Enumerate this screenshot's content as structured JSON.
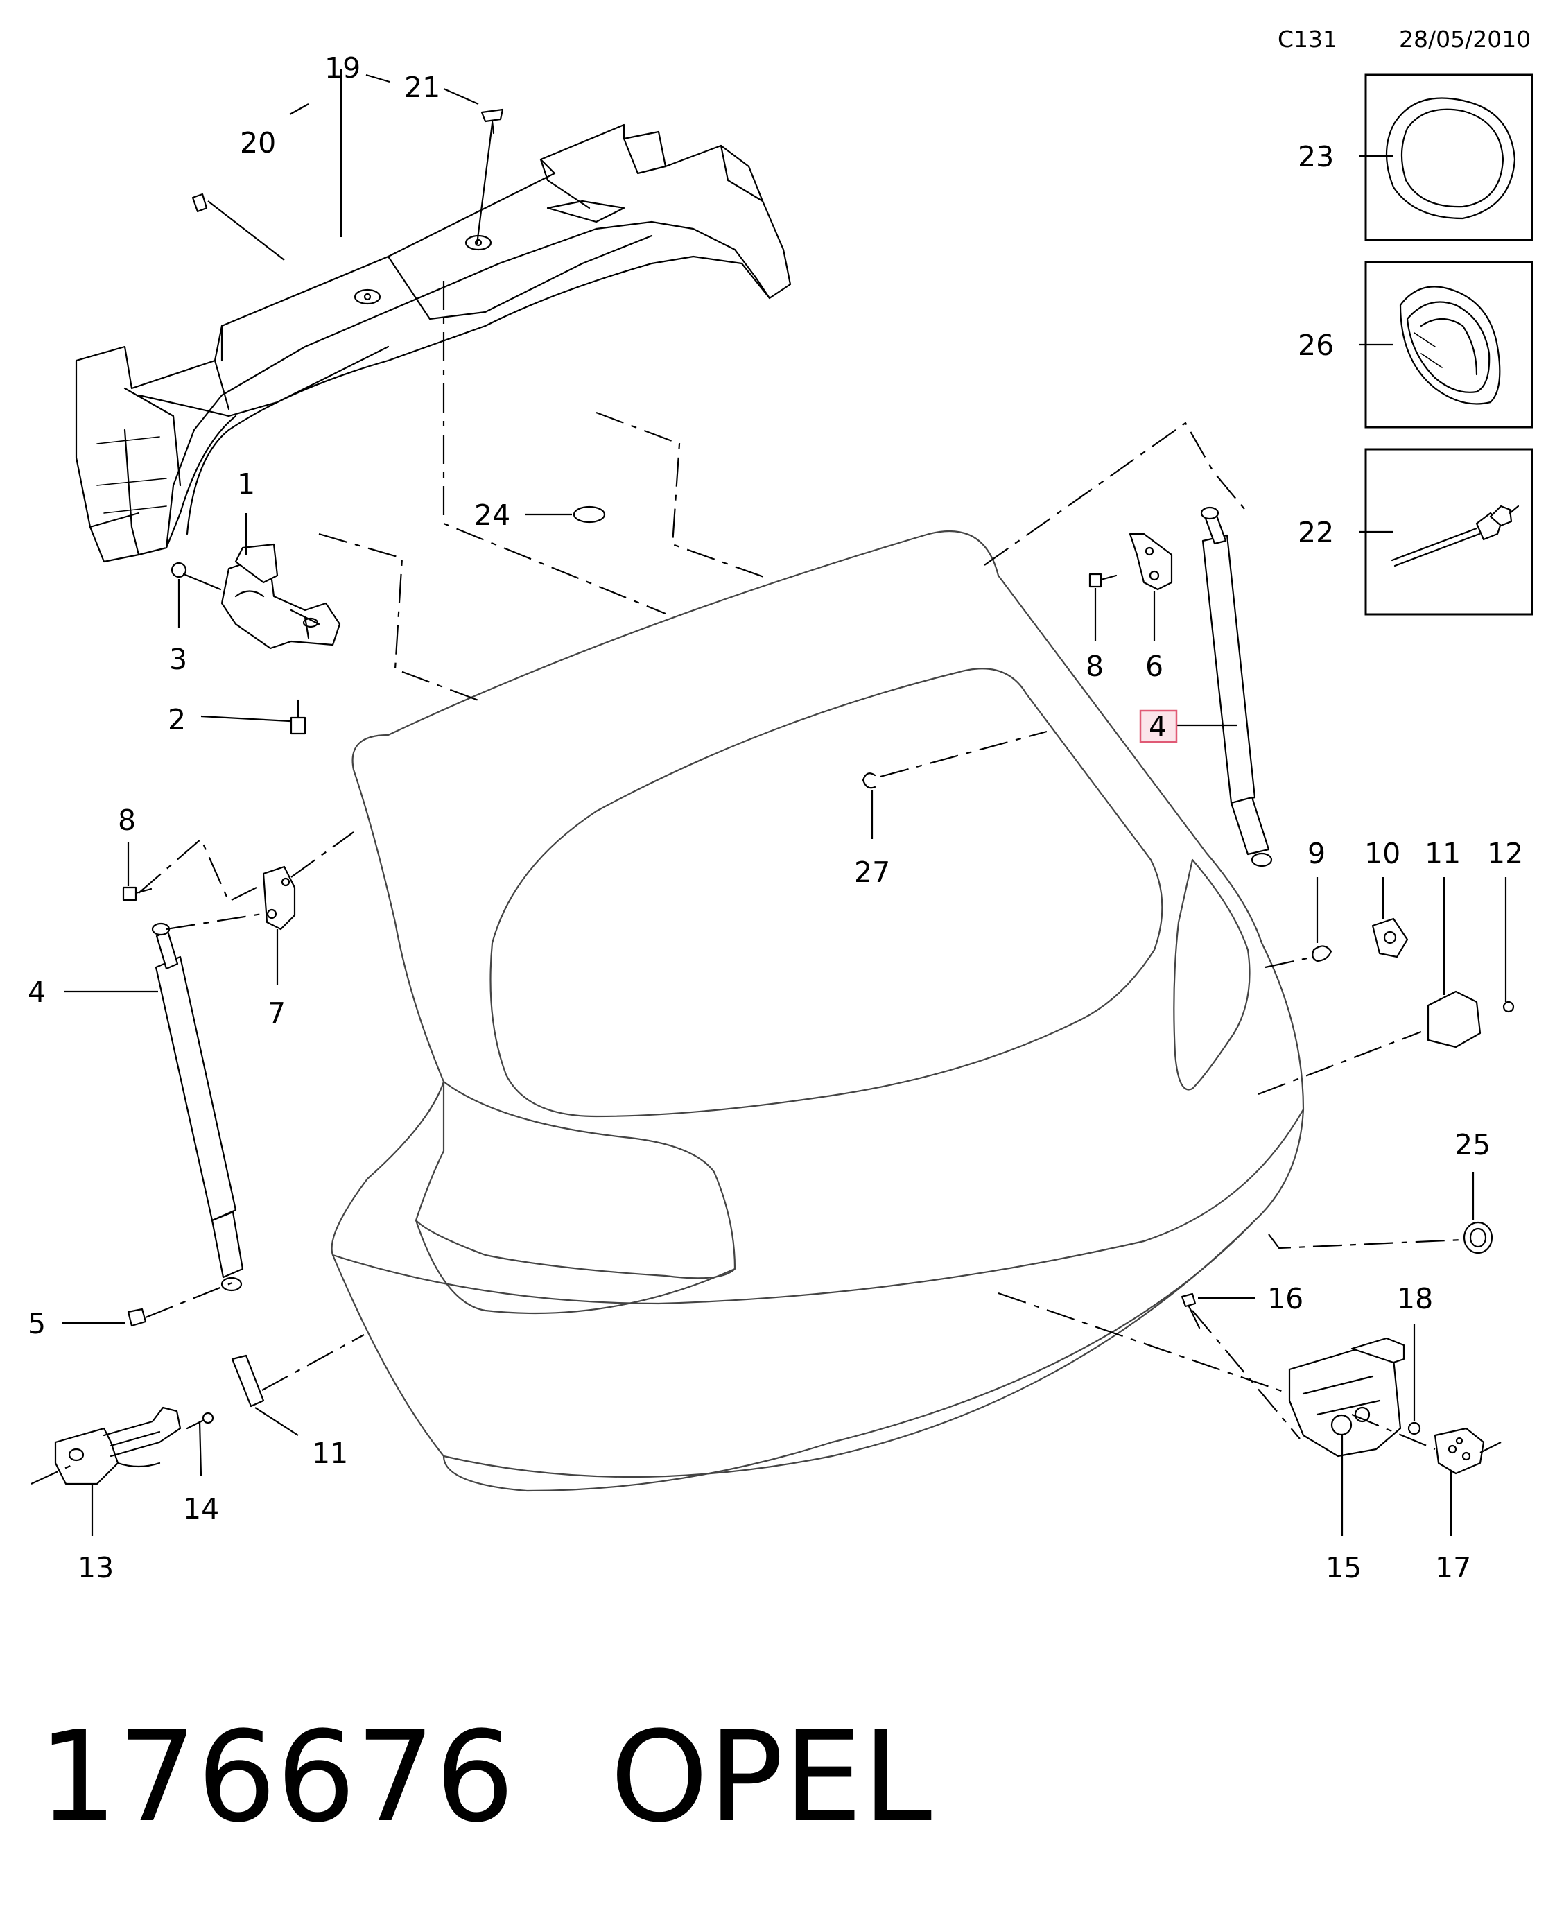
{
  "header": {
    "code": "C131",
    "date": "28/05/2010"
  },
  "footer": {
    "part_number": "176676",
    "brand": "OPEL"
  },
  "callouts": {
    "c1": "1",
    "c2": "2",
    "c3": "3",
    "c4_left": "4",
    "c4_right": "4",
    "c5": "5",
    "c6": "6",
    "c7": "7",
    "c8_left": "8",
    "c8_right": "8",
    "c9": "9",
    "c10": "10",
    "c11_right": "11",
    "c11_left": "11",
    "c12": "12",
    "c13": "13",
    "c14": "14",
    "c15": "15",
    "c16": "16",
    "c17": "17",
    "c18": "18",
    "c19": "19",
    "c20": "20",
    "c21": "21",
    "c22": "22",
    "c23": "23",
    "c24": "24",
    "c25": "25",
    "c26": "26",
    "c27": "27"
  },
  "highlight_color": "#e05a75"
}
